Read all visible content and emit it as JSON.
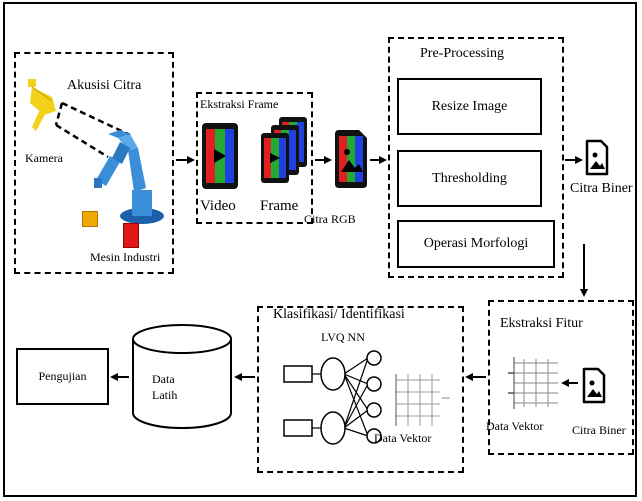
{
  "acquisition": {
    "title": "Akusisi Citra",
    "camera_label": "Kamera",
    "machine_label": "Mesin Industri"
  },
  "frame_extraction": {
    "title": "Ekstraksi Frame",
    "video_label": "Video",
    "frame_label": "Frame"
  },
  "rgb_label": "Citra RGB",
  "preprocessing": {
    "title": "Pre-Processing",
    "steps": [
      "Resize Image",
      "Thresholding",
      "Operasi Morfologi"
    ]
  },
  "binary_image_label": "Citra Biner",
  "feature_extraction": {
    "title": "Ekstraksi Fitur",
    "vector_label": "Data Vektor",
    "binary_label": "Citra Biner"
  },
  "classification": {
    "title": "Klasifikasi/ Identifikasi",
    "network_label": "LVQ NN",
    "vector_label": "Data Vektor"
  },
  "training_data": {
    "line1": "Data",
    "line2": "Latih"
  },
  "testing_label": "Pengujian",
  "colors": {
    "camera": "#f2d21b",
    "robot_arm": "#3a8fd8",
    "block_yellow": "#f0a800",
    "block_red": "#e01818",
    "film_red": "#e02020",
    "film_green": "#22aa33",
    "film_blue": "#2040e0"
  }
}
